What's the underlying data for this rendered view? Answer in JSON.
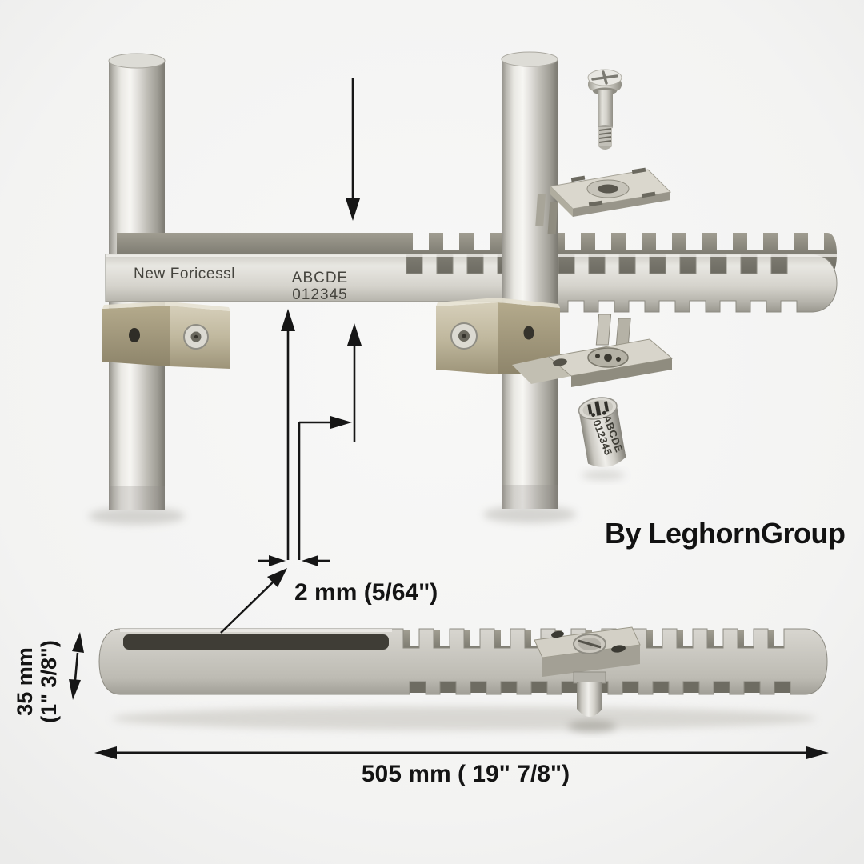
{
  "image": {
    "kind": "3D product render with technical dimension callouts",
    "product": "Adjustable rack-bar security seal with post clamps, locking bracket, shoulder screw and sealing pin"
  },
  "engravings": {
    "bar_label": "New Foricessl",
    "bar_serial_top": "ABCDE",
    "bar_serial_bottom": "012345",
    "pin_serial_top": "ABCDE",
    "pin_serial_bottom": "012345"
  },
  "annotations": {
    "brand": "By LeghornGroup",
    "gap_dimension": "2 mm (5/64\")",
    "height_dimension_line1": "35 mm",
    "height_dimension_line2": "(1\" 3/8\")",
    "length_dimension": "505 mm ( 19\" 7/8\")"
  },
  "colors": {
    "background": "#f4f4f3",
    "dimension_ink": "#161616",
    "metal_light": "#efeeea",
    "metal_mid": "#c2c0b9",
    "metal_dark": "#7d7b73",
    "rack_back": "#7e7c72",
    "slot_dark": "#3f3d36",
    "bracket_beige": "#ada379",
    "bracket_light": "#cfc8b1",
    "engraving_ink": "#45443e"
  }
}
